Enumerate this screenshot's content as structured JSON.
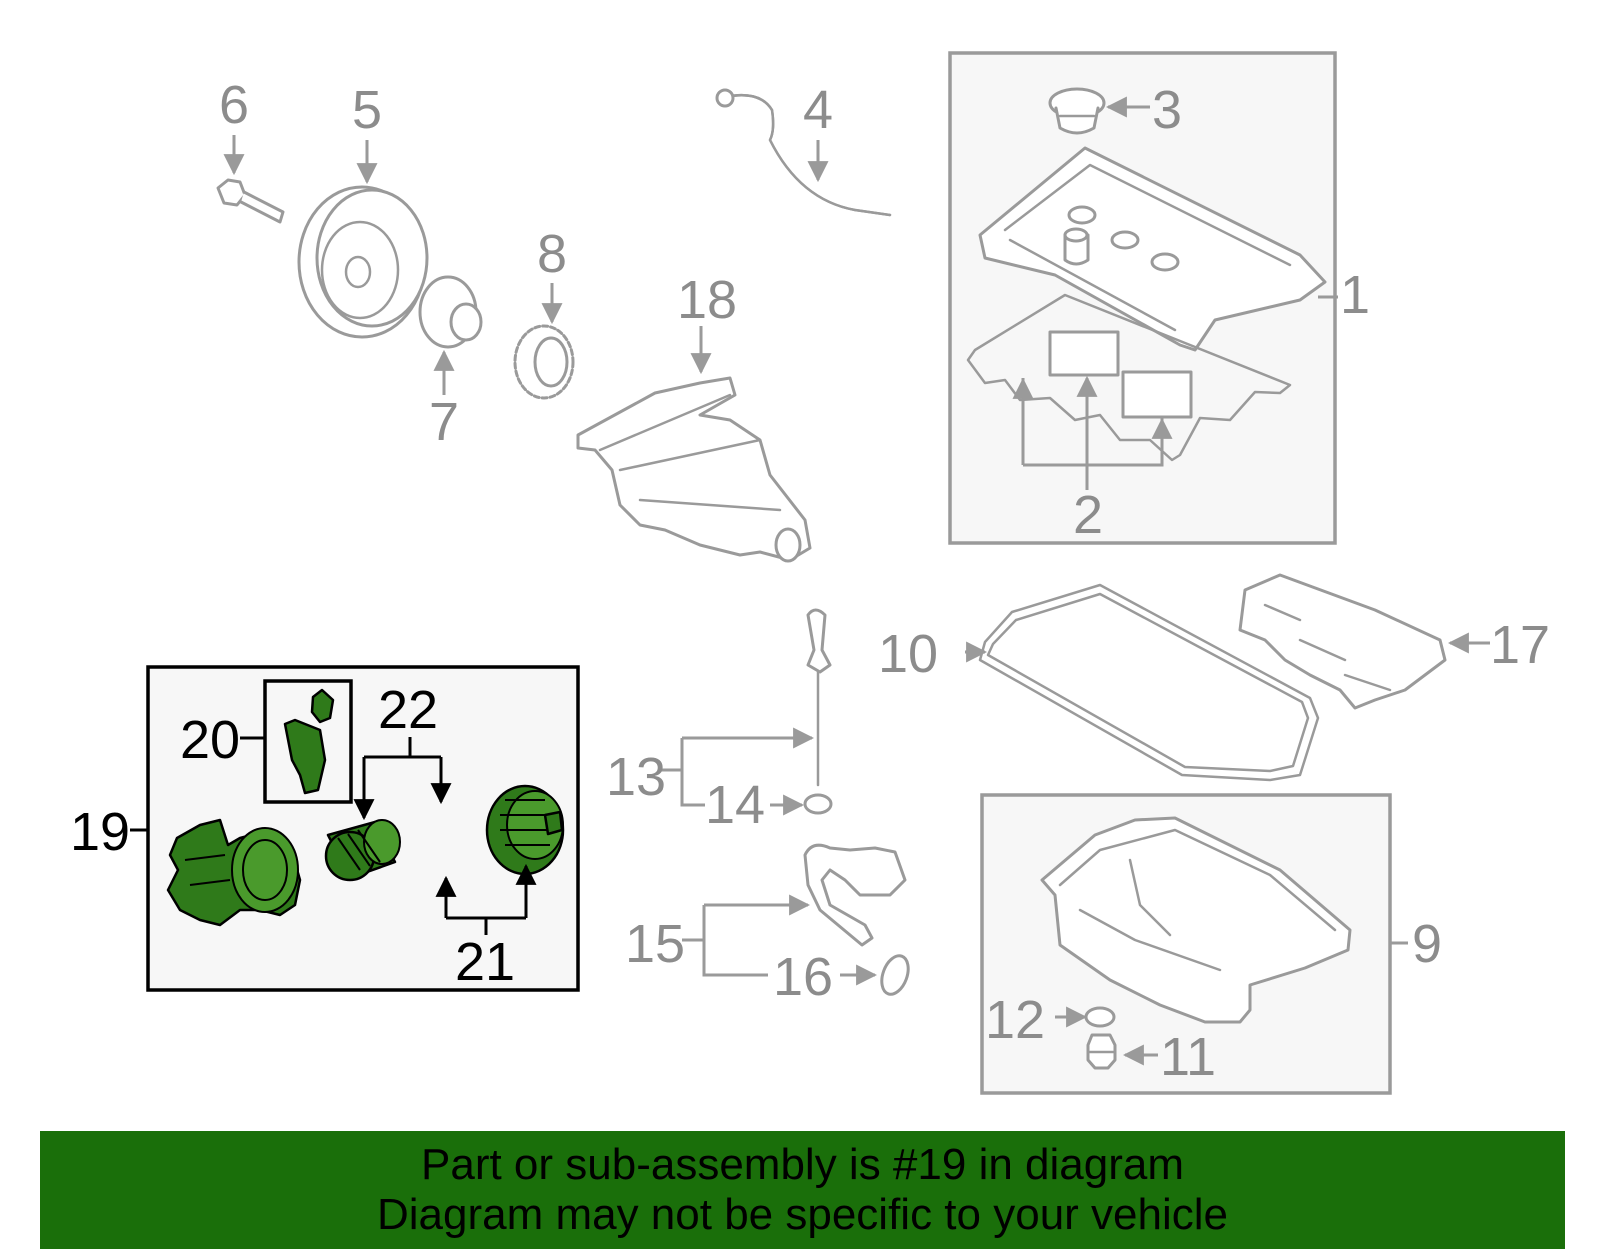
{
  "diagram": {
    "highlight_color": "#2f7a1a",
    "line_color": "#9a9a9a",
    "callouts": [
      {
        "id": "c1",
        "text": "1"
      },
      {
        "id": "c2",
        "text": "2"
      },
      {
        "id": "c3",
        "text": "3"
      },
      {
        "id": "c4",
        "text": "4"
      },
      {
        "id": "c5",
        "text": "5"
      },
      {
        "id": "c6",
        "text": "6"
      },
      {
        "id": "c7",
        "text": "7"
      },
      {
        "id": "c8",
        "text": "8"
      },
      {
        "id": "c9",
        "text": "9"
      },
      {
        "id": "c10",
        "text": "10"
      },
      {
        "id": "c11",
        "text": "11"
      },
      {
        "id": "c12",
        "text": "12"
      },
      {
        "id": "c13",
        "text": "13"
      },
      {
        "id": "c14",
        "text": "14"
      },
      {
        "id": "c15",
        "text": "15"
      },
      {
        "id": "c16",
        "text": "16"
      },
      {
        "id": "c17",
        "text": "17"
      },
      {
        "id": "c18",
        "text": "18"
      },
      {
        "id": "c19",
        "text": "19"
      },
      {
        "id": "c20",
        "text": "20"
      },
      {
        "id": "c21",
        "text": "21"
      },
      {
        "id": "c22",
        "text": "22"
      }
    ]
  },
  "banner": {
    "background": "#1a6f0a",
    "line1": "Part or sub-assembly is #19 in diagram",
    "line2": "Diagram may not be specific to your vehicle"
  }
}
